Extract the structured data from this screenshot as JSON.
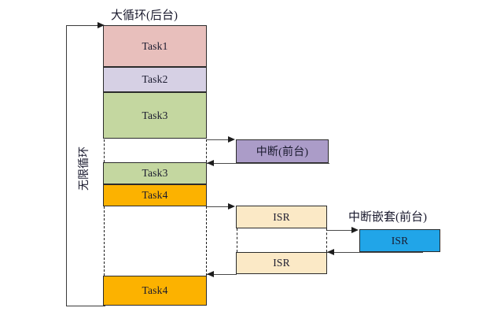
{
  "diagram": {
    "title_main": "大循环(后台)",
    "label_loop": "无限循环",
    "label_nested": "中断嵌套(前台)",
    "colors": {
      "task1": "#e8bfbc",
      "task2": "#d6d0e4",
      "task3": "#c4d7a0",
      "task4": "#fcb200",
      "interrupt": "#ab9cc8",
      "isr": "#fbe9c6",
      "isr_nested": "#21a5e8",
      "stroke": "#2b2b2b",
      "line": "#3a3a3a",
      "background": "#ffffff"
    },
    "background_column": {
      "name": "大循环(后台)",
      "blocks": [
        {
          "label": "Task1",
          "color": "task1"
        },
        {
          "label": "Task2",
          "color": "task2"
        },
        {
          "label": "Task3",
          "color": "task3"
        },
        {
          "label": "Task3",
          "color": "task3"
        },
        {
          "label": "Task4",
          "color": "task4"
        },
        {
          "label": "Task4",
          "color": "task4"
        }
      ]
    },
    "foreground_interrupt": {
      "label": "中断(前台)",
      "color": "interrupt"
    },
    "isr_blocks": [
      {
        "label": "ISR",
        "color": "isr"
      },
      {
        "label": "ISR",
        "color": "isr"
      }
    ],
    "nested_isr": {
      "title": "中断嵌套(前台)",
      "label": "ISR",
      "color": "isr_nested"
    }
  }
}
